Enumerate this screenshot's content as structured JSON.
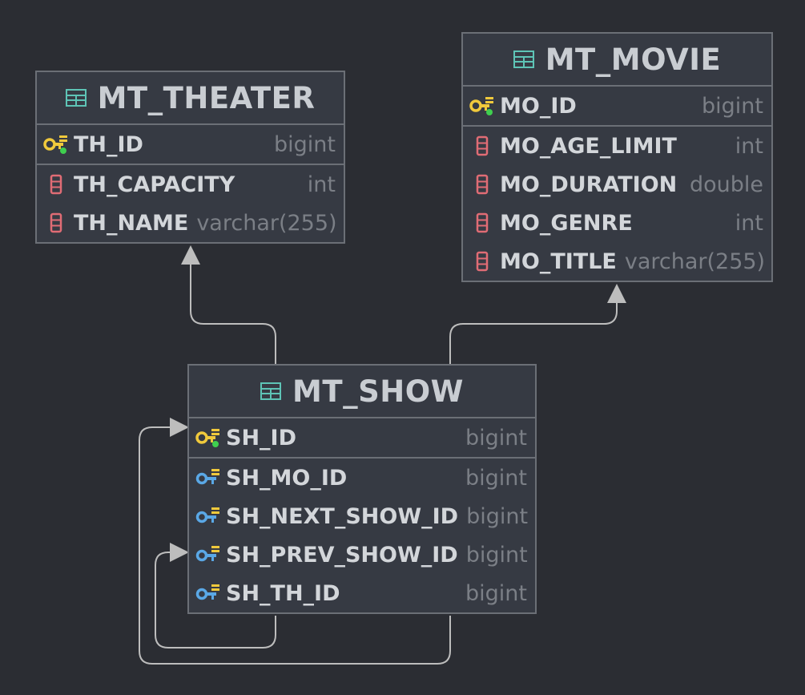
{
  "colors": {
    "background": "#2b2d33",
    "table_fill": "#363a43",
    "table_border": "#6b6f76",
    "connector": "#bdbdbd",
    "table_icon": "#5ec4b6",
    "pk_icon": "#f0c93c",
    "fk_icon": "#5aa8e6",
    "column_icon": "#e06c75"
  },
  "tables": {
    "theater": {
      "title": "MT_THEATER",
      "columns": [
        {
          "name": "TH_ID",
          "type": "bigint",
          "icon": "primary-key-icon"
        },
        {
          "name": "TH_CAPACITY",
          "type": "int",
          "icon": "column-icon"
        },
        {
          "name": "TH_NAME",
          "type": "varchar(255)",
          "icon": "column-icon"
        }
      ]
    },
    "movie": {
      "title": "MT_MOVIE",
      "columns": [
        {
          "name": "MO_ID",
          "type": "bigint",
          "icon": "primary-key-icon"
        },
        {
          "name": "MO_AGE_LIMIT",
          "type": "int",
          "icon": "column-icon"
        },
        {
          "name": "MO_DURATION",
          "type": "double",
          "icon": "column-icon"
        },
        {
          "name": "MO_GENRE",
          "type": "int",
          "icon": "column-icon"
        },
        {
          "name": "MO_TITLE",
          "type": "varchar(255)",
          "icon": "column-icon"
        }
      ]
    },
    "show": {
      "title": "MT_SHOW",
      "columns": [
        {
          "name": "SH_ID",
          "type": "bigint",
          "icon": "primary-key-icon"
        },
        {
          "name": "SH_MO_ID",
          "type": "bigint",
          "icon": "foreign-key-icon"
        },
        {
          "name": "SH_NEXT_SHOW_ID",
          "type": "bigint",
          "icon": "foreign-key-icon"
        },
        {
          "name": "SH_PREV_SHOW_ID",
          "type": "bigint",
          "icon": "foreign-key-icon"
        },
        {
          "name": "SH_TH_ID",
          "type": "bigint",
          "icon": "foreign-key-icon"
        }
      ]
    }
  }
}
